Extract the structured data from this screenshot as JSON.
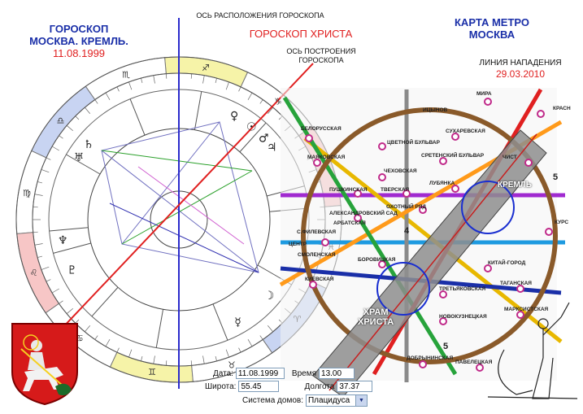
{
  "left_title": {
    "line1": "ГОРОСКОП",
    "line2": "МОСКВА. КРЕМЛЬ.",
    "date": "11.08.1999"
  },
  "center_titles": {
    "axis_location": "ОСЬ РАСПОЛОЖЕНИЯ ГОРОСКОПА",
    "horoscope_christ": "ГОРОСКОП ХРИСТА",
    "axis_build_line1": "ОСЬ ПОСТРОЕНИЯ",
    "axis_build_line2": "ГОРОСКОПА"
  },
  "right_title": {
    "line1": "КАРТА МЕТРО",
    "line2": "МОСКВА",
    "attack": "ЛИНИЯ НАПАДЕНИЯ",
    "attack_date": "29.03.2010"
  },
  "map_labels": {
    "kremlin": "КРЕМЛЬ",
    "temple_line1": "ХРАМ",
    "temple_line2": "ХРИСТА",
    "line_num_5a": "5",
    "line_num_5b": "5",
    "line_num_4": "4"
  },
  "stations": {
    "belorusskaya": "БЕЛОРУССКАЯ",
    "mayakovskaya": "МАЯКОВСКАЯ",
    "tsvetnoy": "ЦВЕТНОЙ БУЛЬВАР",
    "sukharevskaya": "СУХАРЕВСКАЯ",
    "sretensky": "СРЕТЕНСКИЙ БУЛЬВАР",
    "chekhovskaya": "ЧЕХОВСКАЯ",
    "pushkinskaya": "ПУШКИНСКАЯ",
    "tverskaya": "ТВЕРСКАЯ",
    "lubyanka": "ЛУБЯНКА",
    "okhotny": "ОХОТНЫЙ РЯД",
    "aleksandrovsky": "АЛЕКСАНДРОВСКИЙ САД",
    "arbatskaya": "АРБАТСКАЯ",
    "smolenskaya": "СМОЛЕНСКАЯ",
    "borovitskaya": "БОРОВИЦКАЯ",
    "kievskaya": "КИЕВСКАЯ",
    "kitay": "КИТАЙ-ГОРОД",
    "taganskaya": "ТАГАНСКАЯ",
    "tretyakovskaya": "ТРЕТЬЯКОВСКАЯ",
    "novokuznetskaya": "НОВОКУЗНЕЦКАЯ",
    "marksistskaya": "МАРКСИСТСКАЯ",
    "dobryninskaya": "ДОБРЫНИНСКАЯ",
    "paveletskaya": "ПАВЕЛЕЦКАЯ",
    "chistye": "ЧИСТ",
    "kurskaya": "КУРС",
    "mira": "МИРА",
    "krasn": "КРАСН",
    "kopolz": "ИЦЫНОВ",
    "tsentr": "ЦЕНТР",
    "sofiyskaya": "С.ФИЛЕВСКАЯ"
  },
  "form": {
    "date_label": "Дата:",
    "date_value": "11.08.1999",
    "time_label": "Время",
    "time_value": "13.00",
    "lat_label": "Широта:",
    "lat_value": "55.45",
    "lon_label": "Долгота",
    "lon_value": "37.37",
    "system_label": "Система домов:",
    "system_value": "Плацидуса"
  },
  "zodiac_glyphs": [
    "♒",
    "♑",
    "♐",
    "♏",
    "♎",
    "♍",
    "♌",
    "♋",
    "♊",
    "♉",
    "♈",
    "♓"
  ],
  "planet_glyphs": [
    "♀",
    "☉",
    "♂",
    "♃",
    "♄",
    "♅",
    "♆",
    "♇",
    "☽",
    "☿"
  ],
  "colors": {
    "blue_title": "#1a2fa8",
    "red": "#e02020",
    "green_line": "#2aa02a",
    "axis_blue": "#2b2bcc"
  }
}
